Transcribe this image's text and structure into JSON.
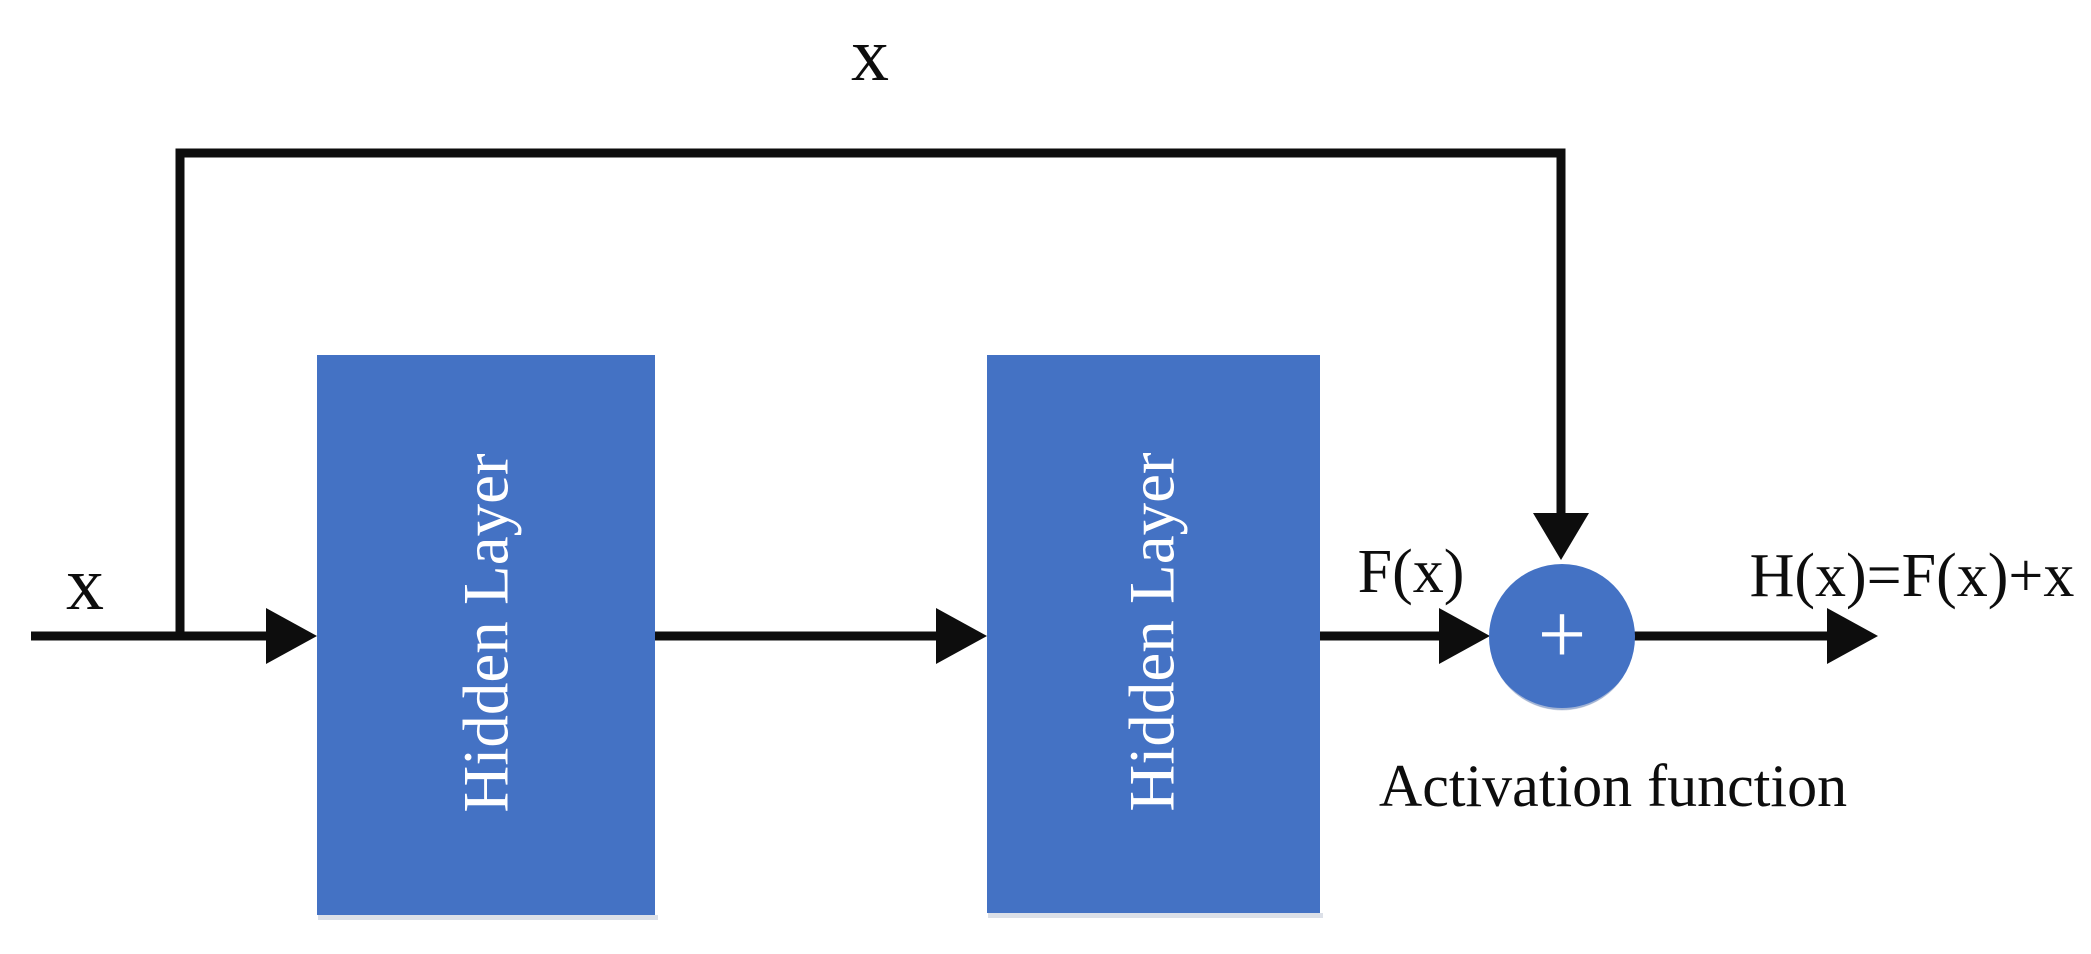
{
  "figure": {
    "kind": "residual-block-diagram",
    "background_color": "#ffffff",
    "accent_color": "#4472C4",
    "line_color": "#0d0d0d",
    "text_color": "#0d0d0d",
    "box_text_color": "#ffffff"
  },
  "labels": {
    "skip_input": "x",
    "input": "x",
    "hidden_layer_1": "Hidden Layer",
    "hidden_layer_2": "Hidden Layer",
    "residual_function": "F(x)",
    "output_equation": "H(x)=F(x)+x",
    "adder_caption": "Activation function",
    "adder_symbol": "+"
  }
}
